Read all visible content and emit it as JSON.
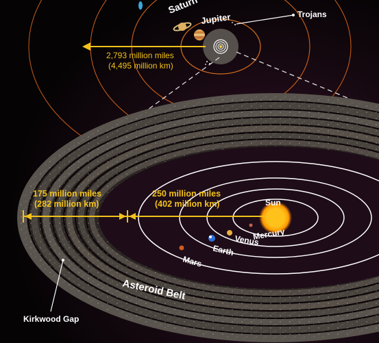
{
  "labels": {
    "saturn": "Saturn",
    "jupiter": "Jupiter",
    "trojans": "Trojans",
    "outer_distance_miles": "2,793 million miles",
    "outer_distance_km": "(4,495 million km)",
    "belt_width_miles": "175 million miles",
    "belt_width_km": "(282 million km)",
    "inner_distance_miles": "250 million miles",
    "inner_distance_km": "(402 million km)",
    "sun": "Sun",
    "mercury": "Mercury",
    "venus": "Venus",
    "earth": "Earth",
    "mars": "Mars",
    "asteroid_belt": "Asteroid Belt",
    "kirkwood_gap": "Kirkwood Gap"
  },
  "colors": {
    "background": "#0c0508",
    "label_yellow": "#f2c21b",
    "orbit_orange": "#c35a18",
    "orbit_white": "#ffffff",
    "sun": "#ffb000",
    "belt_band": "#4a443f"
  }
}
